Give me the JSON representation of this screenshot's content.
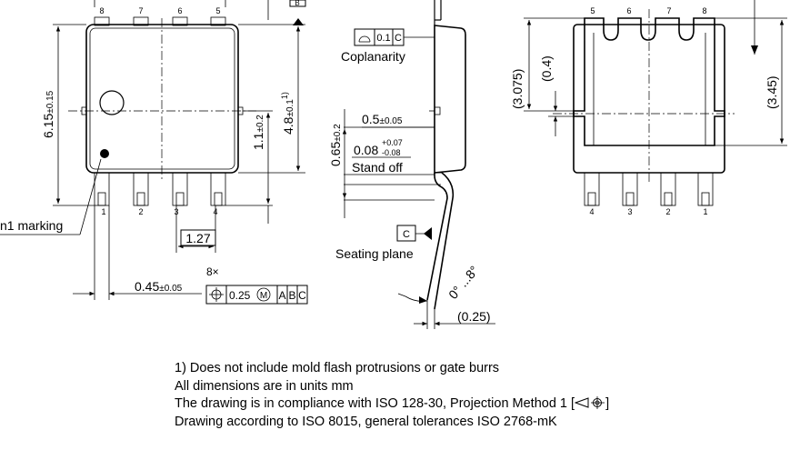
{
  "top_view": {
    "pins_top": [
      "8",
      "7",
      "6",
      "5"
    ],
    "pins_bottom": [
      "1",
      "2",
      "3",
      "4"
    ],
    "dim_height": "6.15",
    "dim_height_tol": "±0.15",
    "dim_4_8": "4.8",
    "dim_4_8_tol": "±0.1",
    "dim_4_8_note": "1)",
    "dim_1_1": "1.1",
    "dim_1_1_tol": "±0.2",
    "pitch": "1.27",
    "lead_width": "0.45",
    "lead_width_tol": "±0.05",
    "pin1_label": "n1 marking",
    "lead_count": "8×",
    "fcf_symbol": "⌖",
    "fcf_tol": "0.25",
    "fcf_modifier": "M",
    "fcf_datums": [
      "A",
      "B",
      "C"
    ],
    "datum_b": "B"
  },
  "side_view": {
    "coplanarity_value": "0.1",
    "coplanarity_datum": "C",
    "coplanarity_label": "Coplanarity",
    "dim_0_5": "0.5",
    "dim_0_5_tol": "±0.05",
    "dim_0_65": "0.65",
    "dim_0_65_tol": "±0.2",
    "standoff_value": "0.08",
    "standoff_tol_plus": "+0.07",
    "standoff_tol_minus": "-0.08",
    "standoff_label": "Stand off",
    "seating_datum": "C",
    "seating_label": "Seating plane",
    "angle_label": "0° ...8°",
    "dim_0_25": "(0.25)"
  },
  "bottom_view": {
    "pins_top": [
      "5",
      "6",
      "7",
      "8"
    ],
    "pins_bottom": [
      "4",
      "3",
      "2",
      "1"
    ],
    "dim_3_075": "(3.075)",
    "dim_0_4": "(0.4)",
    "dim_3_45": "(3.45)"
  },
  "notes": {
    "line1": "1) Does not include mold flash protrusions or gate burrs",
    "line2": "All dimensions are in units mm",
    "line3": "The drawing is in compliance with ISO 128-30, Projection Method 1 [",
    "line3_end": "]",
    "line4": "Drawing according to ISO 8015, general tolerances ISO 2768-mK"
  }
}
